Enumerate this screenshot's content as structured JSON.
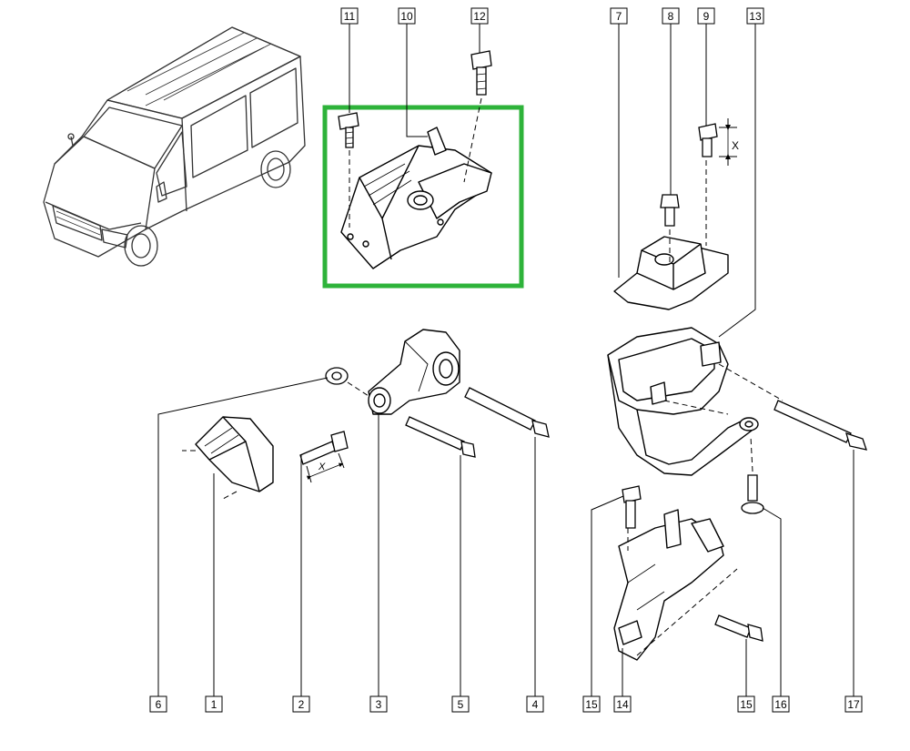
{
  "callouts": {
    "top": [
      "11",
      "10",
      "12",
      "7",
      "8",
      "9",
      "13"
    ],
    "bottom": [
      "6",
      "1",
      "2",
      "3",
      "5",
      "4",
      "15",
      "14",
      "15",
      "16",
      "17"
    ]
  },
  "dimension_labels": {
    "bolt_x_left": "X",
    "bolt_x_right": "X"
  },
  "colors": {
    "line": "#000000",
    "highlight": "#2eb33a",
    "van_line": "#333333",
    "background": "#ffffff"
  },
  "highlight": {
    "target": "part-10",
    "shape": "rectangle"
  },
  "icons": {
    "van": "van-illustration",
    "parts": [
      "engine-mount",
      "torque-rod",
      "gearbox-mount",
      "support-bracket",
      "bolt",
      "nut"
    ]
  }
}
